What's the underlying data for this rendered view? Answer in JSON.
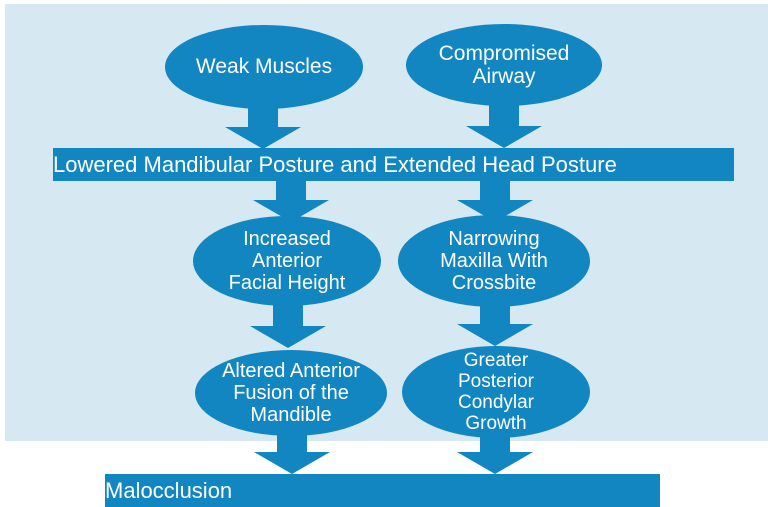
{
  "diagram": {
    "colors": {
      "shape_blue": "#1186c0",
      "panel_background": "#d6e8f1",
      "label_text": "#ffffff"
    },
    "nodes": {
      "weak_muscles": "Weak Muscles",
      "compromised_airway": "Compromised\nAirway",
      "lowered_posture_bar": "Lowered Mandibular Posture and Extended Head Posture",
      "increased_anterior_facial_height": "Increased\nAnterior\nFacial Height",
      "narrowing_maxilla_with_crossbite": "Narrowing\nMaxilla With\nCrossbite",
      "altered_anterior_fusion_of_the_mandible": "Altered Anterior\nFusion of the\nMandible",
      "greater_posterior_condylar_growth": "Greater\nPosterior\nCondylar\nGrowth",
      "malocclusion_bar": "Malocclusion"
    }
  }
}
